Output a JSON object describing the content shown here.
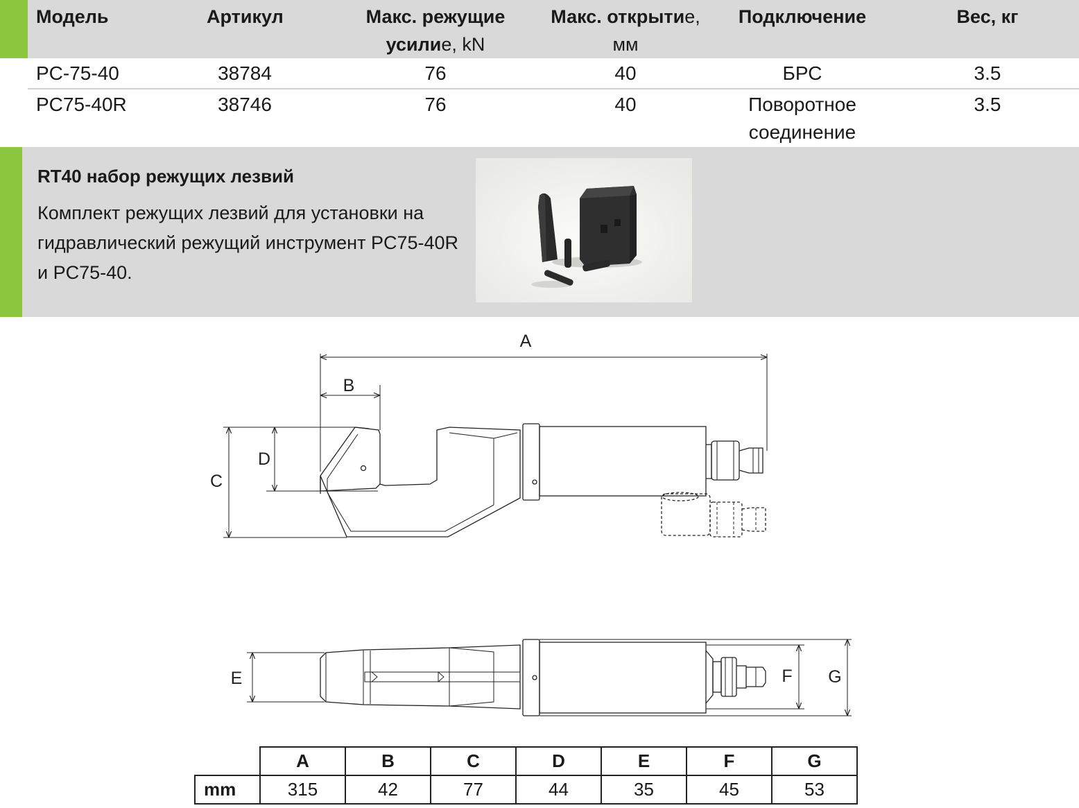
{
  "spec_table": {
    "headers": {
      "model": "Модель",
      "article": "Артикул",
      "force_line1": "Макс. режущие",
      "force_line2_bold": "усили",
      "force_line2_rest": "е, kN",
      "opening_line1_bold": "Макс. открыти",
      "opening_line1_rest": "е,",
      "opening_line2": "мм",
      "connection": "Подключение",
      "weight": "Вес, кг"
    },
    "rows": [
      {
        "model": "PC-75-40",
        "article": "38784",
        "force": "76",
        "opening": "40",
        "connection_line1": "БРС",
        "connection_line2": "",
        "weight": "3.5"
      },
      {
        "model": "PC75-40R",
        "article": "38746",
        "force": "76",
        "opening": "40",
        "connection_line1": "Поворотное",
        "connection_line2": "соединение",
        "weight": "3.5"
      }
    ]
  },
  "accessory": {
    "title": "RT40 набор режущих лезвий",
    "description": "Комплект режущих лезвий для установки на гидравлический режущий инструмент PC75-40R и PC75-40."
  },
  "drawing": {
    "labels": {
      "A": "A",
      "B": "B",
      "C": "C",
      "D": "D",
      "E": "E",
      "F": "F",
      "G": "G"
    }
  },
  "dimensions": {
    "unit": "mm",
    "headers": [
      "A",
      "B",
      "C",
      "D",
      "E",
      "F",
      "G"
    ],
    "values": [
      "315",
      "42",
      "77",
      "44",
      "35",
      "45",
      "53"
    ]
  }
}
